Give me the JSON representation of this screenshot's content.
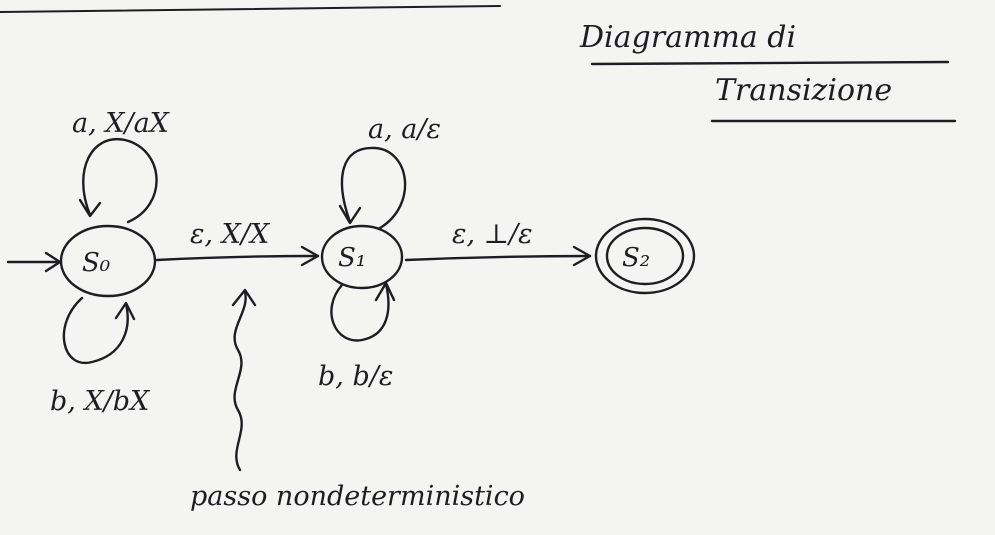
{
  "title": {
    "line1": "Diagramma di",
    "line2": "Transizione"
  },
  "states": {
    "s0": "S₀",
    "s1": "S₁",
    "s2": "S₂"
  },
  "edges": {
    "s0_loop_top": "a, X/aX",
    "s0_loop_bottom": "b, X/bX",
    "s0_to_s1": "ε, X/X",
    "s1_loop_top": "a, a/ε",
    "s1_loop_bottom": "b, b/ε",
    "s1_to_s2": "ε, ⊥/ε"
  },
  "annotation": {
    "text": "passo nondeterministico"
  },
  "colors": {
    "ink": "#1d1d24",
    "paper": "#f4f4f2"
  }
}
